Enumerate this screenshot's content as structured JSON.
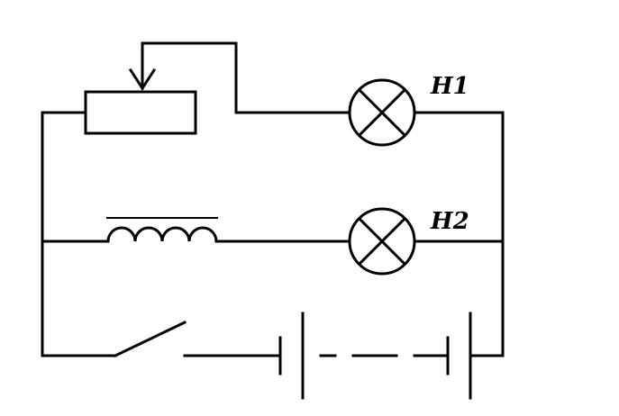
{
  "diagram": {
    "lamps": [
      {
        "id": "lamp-h1",
        "label": "H1"
      },
      {
        "id": "lamp-h2",
        "label": "H2"
      }
    ]
  }
}
